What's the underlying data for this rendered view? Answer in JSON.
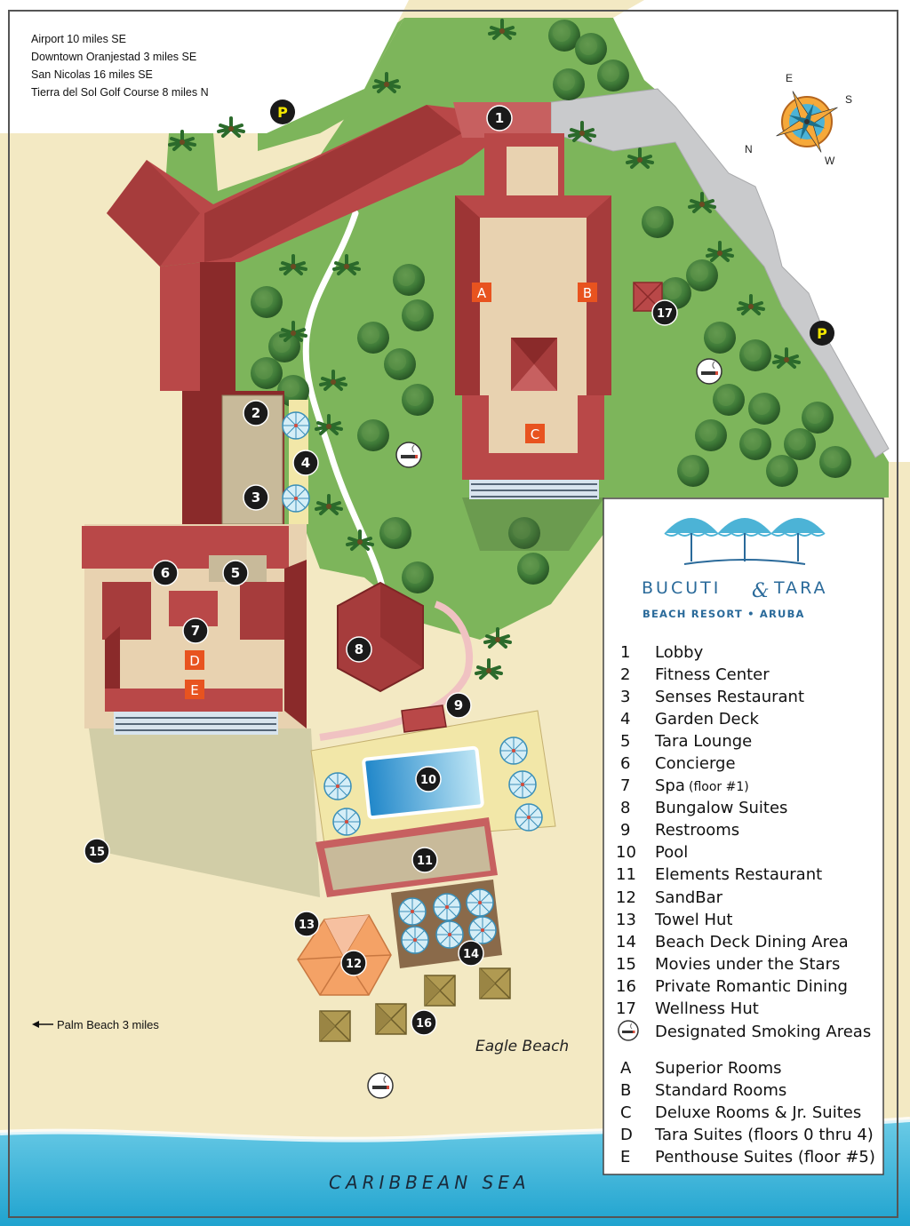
{
  "distances": [
    "Airport 10 miles SE",
    "Downtown Oranjestad 3 miles SE",
    "San Nicolas 16 miles SE",
    "Tierra del Sol Golf Course 8 miles N"
  ],
  "compass": {
    "e": "E",
    "s": "S",
    "n": "N",
    "w": "W"
  },
  "parking_label": "P",
  "palm_beach": "Palm Beach 3 miles",
  "eagle_beach": "Eagle Beach",
  "sea": "CARIBBEAN SEA",
  "logo": {
    "name_left": "BUCUTI",
    "amp": "&",
    "name_right": "TARA",
    "subtitle": "BEACH RESORT • ARUBA"
  },
  "legend": [
    {
      "key": "1",
      "label": "Lobby"
    },
    {
      "key": "2",
      "label": "Fitness Center"
    },
    {
      "key": "3",
      "label": "Senses Restaurant"
    },
    {
      "key": "4",
      "label": "Garden Deck"
    },
    {
      "key": "5",
      "label": "Tara Lounge"
    },
    {
      "key": "6",
      "label": "Concierge"
    },
    {
      "key": "7",
      "label": "Spa",
      "note": "(floor #1)"
    },
    {
      "key": "8",
      "label": "Bungalow Suites"
    },
    {
      "key": "9",
      "label": "Restrooms"
    },
    {
      "key": "10",
      "label": "Pool"
    },
    {
      "key": "11",
      "label": "Elements Restaurant"
    },
    {
      "key": "12",
      "label": "SandBar"
    },
    {
      "key": "13",
      "label": "Towel Hut"
    },
    {
      "key": "14",
      "label": "Beach Deck Dining Area"
    },
    {
      "key": "15",
      "label": "Movies under the Stars"
    },
    {
      "key": "16",
      "label": "Private Romantic Dining"
    },
    {
      "key": "17",
      "label": "Wellness Hut"
    },
    {
      "key": "smoking-icon",
      "label": "Designated Smoking Areas"
    }
  ],
  "rooms": [
    {
      "key": "A",
      "label": "Superior Rooms"
    },
    {
      "key": "B",
      "label": "Standard Rooms"
    },
    {
      "key": "C",
      "label": "Deluxe Rooms & Jr. Suites"
    },
    {
      "key": "D",
      "label": "Tara Suites (floors 0 thru 4)"
    },
    {
      "key": "E",
      "label": "Penthouse Suites (floor #5)"
    }
  ],
  "colors": {
    "grass": "#7db55b",
    "sand": "#f3e9c3",
    "sea": "#39b4d8",
    "roof": "#b94848",
    "roof_dark": "#8a2a2a",
    "deck": "#e6d5b0",
    "marker": "#1a1a1a",
    "room_tag": "#e8531f",
    "parking": "#f2e600"
  }
}
